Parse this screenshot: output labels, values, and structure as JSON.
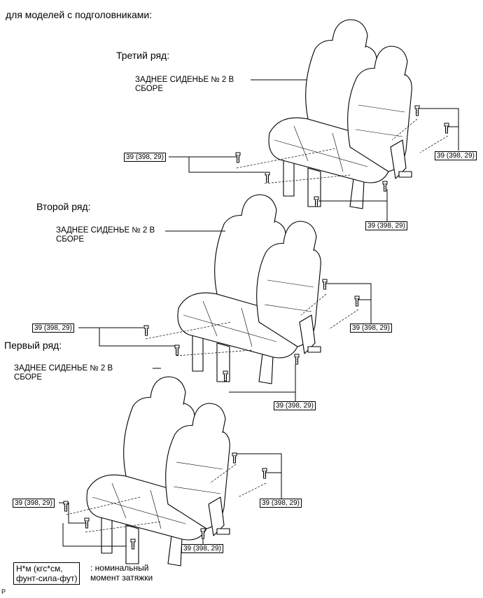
{
  "header": "для моделей с подголовниками:",
  "rows": [
    {
      "title": "Третий ряд:",
      "assembly": "ЗАДНЕЕ СИДЕНЬЕ № 2 В\nСБОРЕ",
      "torques": [
        "39 (398, 29)",
        "39 (398, 29)",
        "39 (398, 29)"
      ]
    },
    {
      "title": "Второй ряд:",
      "assembly": "ЗАДНЕЕ СИДЕНЬЕ № 2 В\nСБОРЕ",
      "torques": [
        "39 (398, 29)",
        "39 (398, 29)",
        "39 (398, 29)"
      ]
    },
    {
      "title": "Первый ряд:",
      "assembly": "ЗАДНЕЕ СИДЕНЬЕ № 2 В\nСБОРЕ",
      "torques": [
        "39 (398, 29)",
        "39 (398, 29)",
        "39 (398, 29)"
      ]
    }
  ],
  "legend": {
    "box": "Н*м (кгс*см,\nфунт-сила-фут)",
    "text": ": номинальный\nмомент затяжки"
  },
  "corner_mark": "P"
}
